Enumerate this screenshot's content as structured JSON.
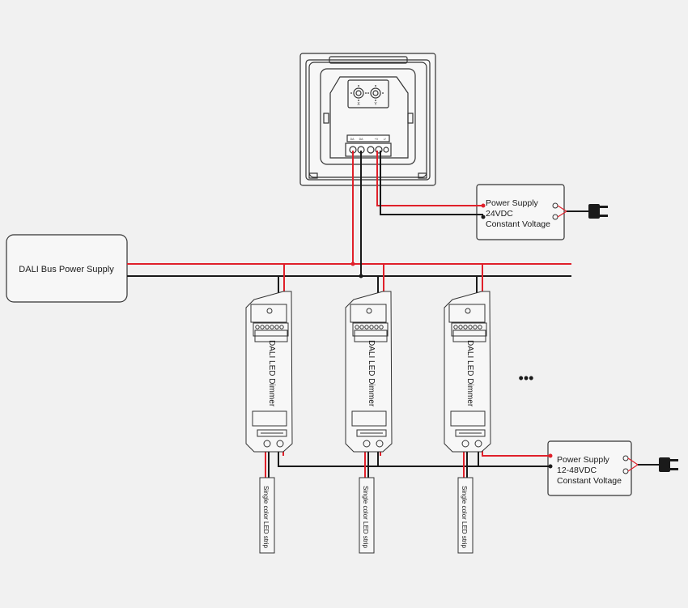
{
  "colors": {
    "background": "#f1f1f1",
    "positive_wire": "#e0202a",
    "negative_wire": "#1a1a1a",
    "outline": "#333333"
  },
  "dali_bus_power_supply": {
    "label": "DALI Bus Power Supply"
  },
  "wall_panel": {
    "rotary_switch_labels": [
      "X",
      "Y"
    ],
    "terminal_labels": [
      "DA",
      "DA",
      "+V",
      "-V"
    ]
  },
  "power_supply_24v": {
    "line1": "Power Supply",
    "line2": "24VDC",
    "line3": "Constant Voltage"
  },
  "power_supply_1248v": {
    "line1": "Power Supply",
    "line2": "12-48VDC",
    "line3": "Constant Voltage"
  },
  "dimmers": [
    {
      "label": "DALI LED Dimmer"
    },
    {
      "label": "DALI LED Dimmer"
    },
    {
      "label": "DALI LED Dimmer"
    }
  ],
  "led_strips": [
    {
      "label": "Single color LED strip"
    },
    {
      "label": "Single color LED strip"
    },
    {
      "label": "Single color LED strip"
    }
  ],
  "continuation": {
    "label": "•••"
  }
}
